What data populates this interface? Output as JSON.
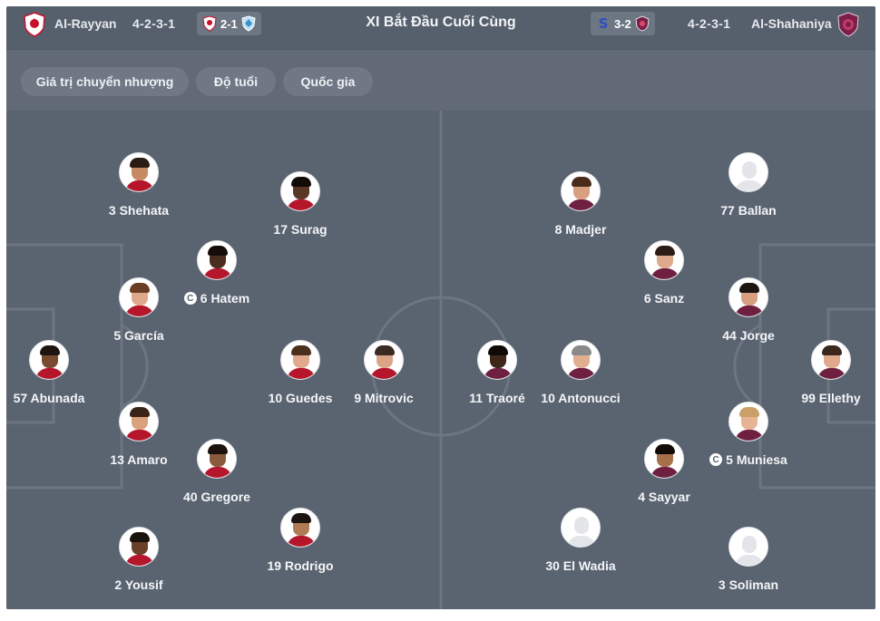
{
  "header": {
    "title": "XI Bắt Đầu Cuối Cùng",
    "home": {
      "name": "Al-Rayyan",
      "formation": "4-2-3-1",
      "last_score": "2-1",
      "logo_color": "#c8102e"
    },
    "away": {
      "name": "Al-Shahaniya",
      "formation": "4-2-3-1",
      "last_score": "3-2",
      "logo_color": "#7a1f4a"
    }
  },
  "filters": [
    {
      "label": "Giá trị chuyển nhượng"
    },
    {
      "label": "Độ tuổi"
    },
    {
      "label": "Quốc gia"
    }
  ],
  "captain_mark": "C",
  "home_players": [
    {
      "label": "57 Abunada",
      "captain": false,
      "skin": "#7a4a30",
      "hair": "#1f1510",
      "kit": "#b5162b"
    },
    {
      "label": "3 Shehata",
      "captain": false,
      "skin": "#c68b62",
      "hair": "#2b1b12",
      "kit": "#b5162b"
    },
    {
      "label": "5 García",
      "captain": false,
      "skin": "#e0a88a",
      "hair": "#6b3e24",
      "kit": "#b5162b"
    },
    {
      "label": "13 Amaro",
      "captain": false,
      "skin": "#d9a27c",
      "hair": "#3a2418",
      "kit": "#b5162b"
    },
    {
      "label": "2 Yousif",
      "captain": false,
      "skin": "#6a4029",
      "hair": "#1a120d",
      "kit": "#b5162b"
    },
    {
      "label": "6 Hatem",
      "captain": true,
      "skin": "#4a2d1f",
      "hair": "#140d09",
      "kit": "#b5162b"
    },
    {
      "label": "40 Gregore",
      "captain": false,
      "skin": "#8a5a3c",
      "hair": "#1d130d",
      "kit": "#b5162b"
    },
    {
      "label": "17 Surag",
      "captain": false,
      "skin": "#5a3626",
      "hair": "#120c08",
      "kit": "#b5162b"
    },
    {
      "label": "10 Guedes",
      "captain": false,
      "skin": "#e1a88c",
      "hair": "#4a2e1e",
      "kit": "#b5162b"
    },
    {
      "label": "19 Rodrigo",
      "captain": false,
      "skin": "#b07a55",
      "hair": "#1c1410",
      "kit": "#b5162b"
    },
    {
      "label": "9 Mitrovic",
      "captain": false,
      "skin": "#dba487",
      "hair": "#3a2a20",
      "kit": "#b5162b"
    }
  ],
  "away_players": [
    {
      "label": "99 Ellethy",
      "captain": false,
      "empty": false,
      "skin": "#e0a98b",
      "hair": "#3b281c",
      "kit": "#6f2040"
    },
    {
      "label": "77 Ballan",
      "captain": false,
      "empty": true
    },
    {
      "label": "44 Jorge",
      "captain": false,
      "empty": false,
      "skin": "#d69f80",
      "hair": "#1d1510",
      "kit": "#6f2040"
    },
    {
      "label": "5 Muniesa",
      "captain": true,
      "empty": false,
      "skin": "#e6b494",
      "hair": "#c9a068",
      "kit": "#6f2040"
    },
    {
      "label": "3 Soliman",
      "captain": false,
      "empty": true
    },
    {
      "label": "6 Sanz",
      "captain": false,
      "empty": false,
      "skin": "#ddaa8c",
      "hair": "#2b1d15",
      "kit": "#6f2040"
    },
    {
      "label": "4 Sayyar",
      "captain": false,
      "empty": false,
      "skin": "#a7704b",
      "hair": "#120c08",
      "kit": "#6f2040"
    },
    {
      "label": "8 Madjer",
      "captain": false,
      "empty": false,
      "skin": "#d8a081",
      "hair": "#4a2c1a",
      "kit": "#6f2040"
    },
    {
      "label": "10 Antonucci",
      "captain": false,
      "empty": false,
      "skin": "#e2ae90",
      "hair": "#8a8a8a",
      "kit": "#6f2040"
    },
    {
      "label": "30 El Wadia",
      "captain": false,
      "empty": true
    },
    {
      "label": "11 Traoré",
      "captain": false,
      "empty": false,
      "skin": "#3e261a",
      "hair": "#0f0a07",
      "kit": "#6f2040"
    }
  ]
}
